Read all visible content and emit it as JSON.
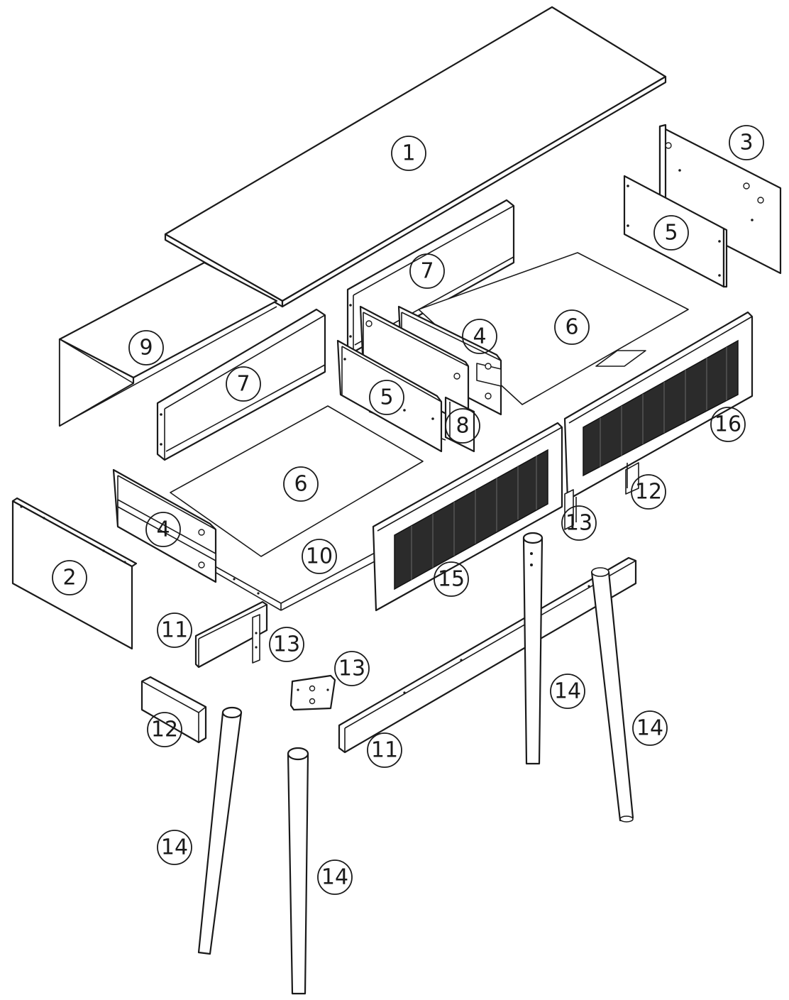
{
  "diagram": {
    "kind": "exploded-assembly",
    "parts": [
      {
        "id": "part-1",
        "label": "1"
      },
      {
        "id": "part-2",
        "label": "2"
      },
      {
        "id": "part-3",
        "label": "3"
      },
      {
        "id": "part-4",
        "label": "4"
      },
      {
        "id": "part-5",
        "label": "5"
      },
      {
        "id": "part-6",
        "label": "6"
      },
      {
        "id": "part-7",
        "label": "7"
      },
      {
        "id": "part-8",
        "label": "8"
      },
      {
        "id": "part-9",
        "label": "9"
      },
      {
        "id": "part-10",
        "label": "10"
      },
      {
        "id": "part-11",
        "label": "11"
      },
      {
        "id": "part-12",
        "label": "12"
      },
      {
        "id": "part-13",
        "label": "13"
      },
      {
        "id": "part-14",
        "label": "14"
      },
      {
        "id": "part-15",
        "label": "15"
      },
      {
        "id": "part-16",
        "label": "16"
      }
    ]
  },
  "colors": {
    "line": "#1a1a1a",
    "panel": "#ffffff",
    "mesh": "#2b2b2b"
  }
}
